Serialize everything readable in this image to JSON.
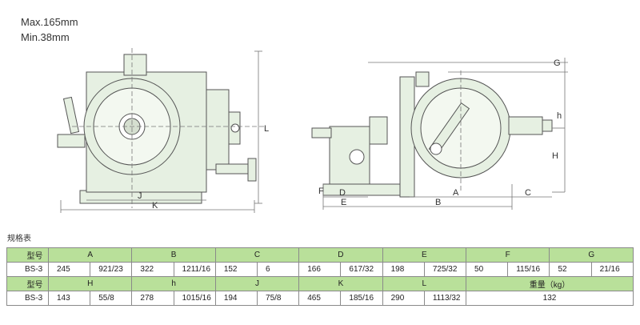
{
  "notes": {
    "max": "Max.165mm",
    "min": "Min.38mm"
  },
  "dimension_labels": {
    "front": {
      "L": "L",
      "J": "J",
      "K": "K"
    },
    "side": {
      "G": "G",
      "h": "h",
      "H": "H",
      "F": "F",
      "D": "D",
      "E": "E",
      "A": "A",
      "B": "B",
      "C": "C"
    }
  },
  "spec_title": "规格表",
  "table": {
    "header1": {
      "model": "型号",
      "cols": [
        "A",
        "B",
        "C",
        "D",
        "E",
        "F",
        "G"
      ]
    },
    "row1": {
      "model": "BS-3",
      "cells": [
        "245",
        "921/23",
        "322",
        "1211/16",
        "152",
        "6",
        "166",
        "617/32",
        "198",
        "725/32",
        "50",
        "115/16",
        "52",
        "21/16"
      ]
    },
    "header2": {
      "model": "型号",
      "cols": [
        "H",
        "h",
        "J",
        "K",
        "L",
        "重量（kg）"
      ]
    },
    "row2": {
      "model": "BS-3",
      "cells": [
        "143",
        "55/8",
        "278",
        "1015/16",
        "194",
        "75/8",
        "465",
        "185/16",
        "290",
        "1113/32"
      ],
      "weight": "132"
    }
  },
  "colors": {
    "header_bg": "#b9e09a",
    "drawing_fill": "#e6f0e2",
    "drawing_line": "#555555"
  }
}
